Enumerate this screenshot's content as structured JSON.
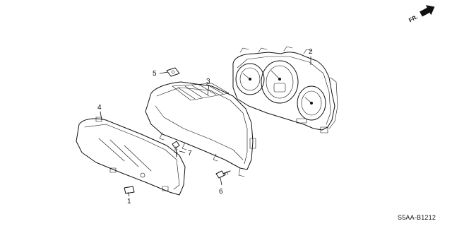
{
  "diagram": {
    "direction_marker": "FR.",
    "diagram_code": "S5AA-B1212",
    "callouts": [
      {
        "id": "1",
        "label": "1"
      },
      {
        "id": "2",
        "label": "2"
      },
      {
        "id": "3",
        "label": "3"
      },
      {
        "id": "4",
        "label": "4"
      },
      {
        "id": "5",
        "label": "5"
      },
      {
        "id": "6",
        "label": "6"
      },
      {
        "id": "7",
        "label": "7"
      }
    ]
  }
}
